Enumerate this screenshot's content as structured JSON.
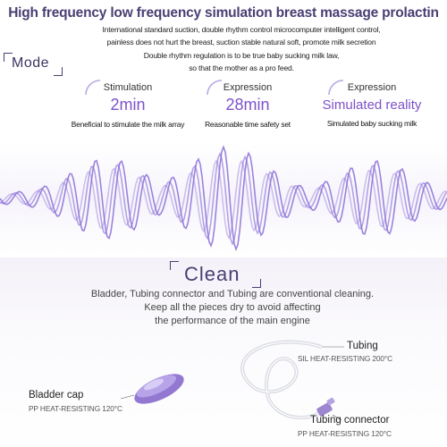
{
  "header": {
    "title": "High frequency low frequency simulation breast massage prolactin",
    "lines": [
      "International standard suction, double rhythm control microcomputer intelligent control,",
      "painless does not hurt the breast, suction stable natural soft, promote milk secretion",
      "Double rhythm regulation is to be true baby sucking milk law,",
      "so that the mother as a pro feed."
    ]
  },
  "mode": {
    "label": "Mode",
    "columns": [
      {
        "heading": "Stimulation",
        "value": "2min",
        "note": "Beneficial to stimulate the milk array"
      },
      {
        "heading": "Expression",
        "value": "28min",
        "note": "Reasonable time safety set"
      },
      {
        "heading": "Expression",
        "value": "Simulated reality",
        "note": "Simulated baby sucking milk"
      }
    ]
  },
  "clean": {
    "label": "Clean",
    "lines": [
      "Bladder, Tubing connector and Tubing are conventional cleaning.",
      "Keep all the pieces dry to avoid affecting",
      "the performance of the main engine"
    ]
  },
  "parts": {
    "tubing": {
      "name": "Tubing",
      "spec": "SIL HEAT-RESISTING 200°C"
    },
    "bladder_cap": {
      "name": "Bladder cap",
      "spec": "PP HEAT-RESISTING 120°C"
    },
    "tubing_connector": {
      "name": "Tubing connector",
      "spec": "PP HEAT-RESISTING 120°C"
    }
  },
  "colors": {
    "accent": "#7d52c9",
    "wave": "#8a6fd6",
    "title": "#4a3f73"
  },
  "icons": {
    "wave": "sound-wave-graphic",
    "bladder_cap": "bladder-cap-illustration",
    "tubing": "tubing-illustration",
    "connector": "tubing-connector-illustration"
  }
}
